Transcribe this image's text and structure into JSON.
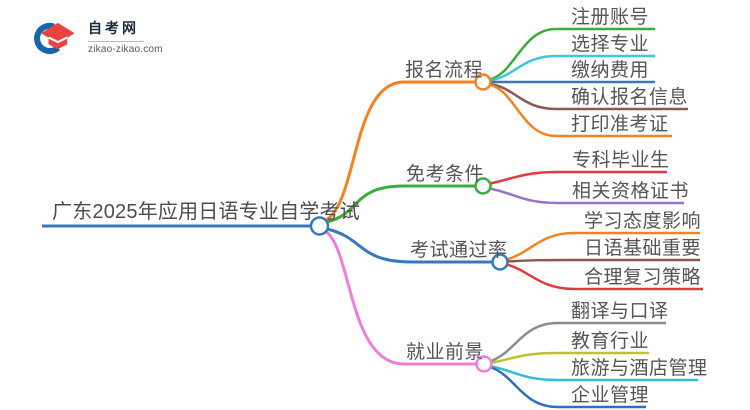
{
  "logo": {
    "title": "自考网",
    "domain": "zikao-zikao.com",
    "icon": "graduation-cap-icon",
    "cap_color": "#e8433e",
    "swoosh_color": "#1766ad"
  },
  "mindmap": {
    "root": {
      "label": "广东2025年应用日语专业自学考试",
      "color": "#3579bd"
    },
    "branches": [
      {
        "label": "报名流程",
        "color": "#f5821f",
        "children": [
          {
            "label": "注册账号",
            "color": "#3bad3b"
          },
          {
            "label": "选择专业",
            "color": "#3cc6e0"
          },
          {
            "label": "缴纳费用",
            "color": "#3579bd"
          },
          {
            "label": "确认报名信息",
            "color": "#8a5a52"
          },
          {
            "label": "打印准考证",
            "color": "#f5821f"
          }
        ]
      },
      {
        "label": "免考条件",
        "color": "#3bad3b",
        "children": [
          {
            "label": "专科毕业生",
            "color": "#e23b3f"
          },
          {
            "label": "相关资格证书",
            "color": "#9873cc"
          }
        ]
      },
      {
        "label": "考试通过率",
        "color": "#3579bd",
        "children": [
          {
            "label": "学习态度影响",
            "color": "#f5821f"
          },
          {
            "label": "日语基础重要",
            "color": "#8a5a52"
          },
          {
            "label": "合理复习策略",
            "color": "#e23b3f"
          }
        ]
      },
      {
        "label": "就业前景",
        "color": "#ef7ed9",
        "children": [
          {
            "label": "翻译与口译",
            "color": "#8c8c8c"
          },
          {
            "label": "教育行业",
            "color": "#bcc32f"
          },
          {
            "label": "旅游与酒店管理",
            "color": "#35bcd8"
          },
          {
            "label": "企业管理",
            "color": "#2e71b8"
          }
        ]
      }
    ]
  }
}
